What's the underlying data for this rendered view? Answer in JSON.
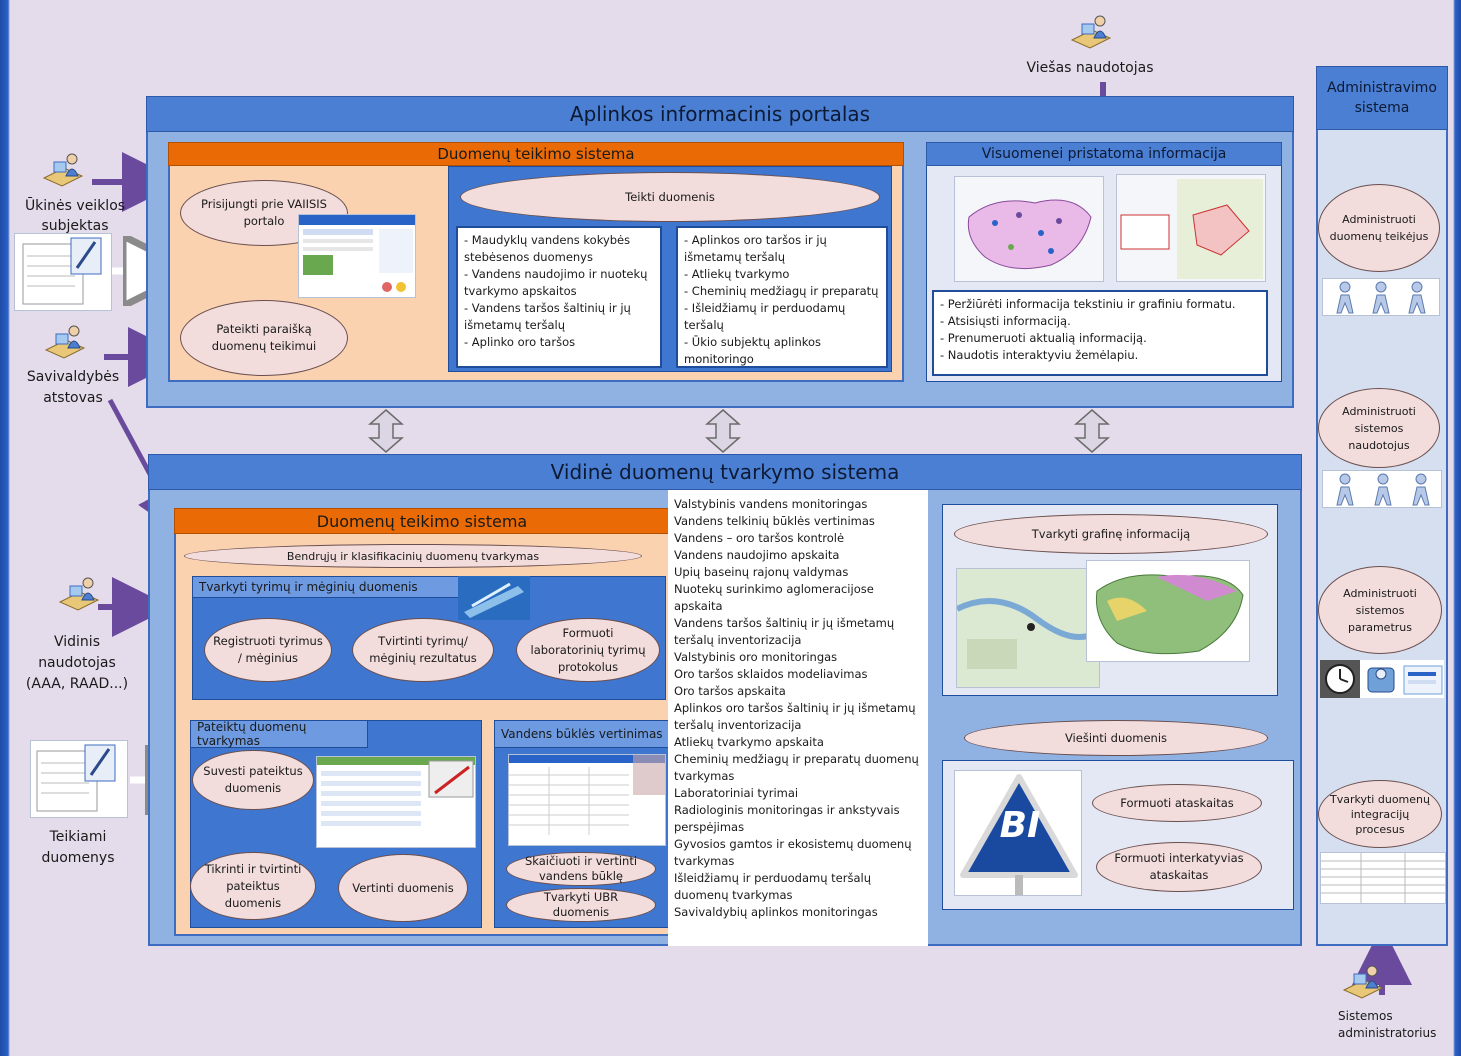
{
  "actors": {
    "public_user": "Viešas naudotojas",
    "business_entity": "Ūkinės veiklos subjektas",
    "municipality": "Savivaldybės atstovas",
    "internal_user": "Vidinis naudotojas (AAA, RAAD...)",
    "provided_data": "Teikiami duomenys",
    "sys_admin": "Sistemos administratorius"
  },
  "portal": {
    "title": "Aplinkos informacinis portalas",
    "submission": {
      "title": "Duomenų teikimo sistema",
      "login": "Prisijungti prie VAIISIS portalo",
      "apply": "Pateikti paraišką duomenų teikimui",
      "provide": "Teikti duomenis",
      "list_left": [
        "- Maudyklų vandens kokybės stebėsenos duomenys",
        "- Vandens naudojimo ir nuotekų tvarkymo apskaitos",
        "- Vandens taršos šaltinių ir jų išmetamų teršalų",
        "- Aplinko oro taršos"
      ],
      "list_right": [
        "- Aplinkos oro taršos ir jų išmetamų teršalų",
        "- Atliekų tvarkymo",
        "- Cheminių medžiagų ir preparatų",
        "- Išleidžiamų ir perduodamų teršalų",
        "- Ūkio subjektų aplinkos monitoringo"
      ]
    },
    "public_info": {
      "title": "Visuomenei pristatoma informacija",
      "list": [
        "- Peržiūrėti informacija tekstiniu ir grafiniu formatu.",
        "- Atsisiųsti informaciją.",
        "- Prenumeruoti aktualią informaciją.",
        "- Naudotis interaktyviu žemėlapiu."
      ]
    }
  },
  "internal": {
    "title": "Vidinė duomenų tvarkymo sistema",
    "submission": {
      "title": "Duomenų teikimo sistema",
      "classifiers": "Bendrųjų ir klasifikacinių duomenų tvarkymas",
      "research_title": "Tvarkyti tyrimų ir mėginių duomenis",
      "register": "Registruoti tyrimus / mėginius",
      "approve": "Tvirtinti tyrimų/ mėginių rezultatus",
      "protocols": "Formuoti laboratorinių tyrimų protokolus",
      "submitted_title": "Pateiktų duomenų tvarkymas",
      "input_data": "Suvesti pateiktus duomenis",
      "check_data": "Tikrinti ir tvirtinti pateiktus duomenis",
      "evaluate": "Vertinti duomenis",
      "water_title": "Vandens būklės vertinimas",
      "calc_water": "Skaičiuoti ir vertinti vandens būklę",
      "ubr": "Tvarkyti UBR duomenis"
    },
    "modules": [
      "Valstybinis vandens monitoringas",
      "Vandens telkinių būklės vertinimas",
      "Vandens – oro taršos kontrolė",
      "Vandens naudojimo apskaita",
      "Upių baseinų rajonų valdymas",
      "Nuotekų surinkimo aglomeracijose apskaita",
      "Vandens taršos šaltinių ir jų išmetamų teršalų inventorizacija",
      "Valstybinis oro monitoringas",
      "Oro taršos sklaidos modeliavimas",
      "Oro taršos apskaita",
      "Aplinkos oro taršos šaltinių ir jų išmetamų teršalų inventorizacija",
      "Atliekų tvarkymo apskaita",
      "Cheminių medžiagų ir preparatų duomenų tvarkymas",
      "Laboratoriniai tyrimai",
      "Radiologinis monitoringas ir ankstyvais perspėjimas",
      "Gyvosios gamtos ir ekosistemų duomenų tvarkymas",
      "Išleidžiamų ir perduodamų teršalų duomenų tvarkymas",
      "Savivaldybių aplinkos monitoringas"
    ],
    "graphics": "Tvarkyti grafinę informaciją",
    "publish": "Viešinti duomenis",
    "reports": "Formuoti ataskaitas",
    "interactive_reports": "Formuoti interkatyvias ataskaitas",
    "bi_label": "BI"
  },
  "admin": {
    "title": "Administravimo sistema",
    "providers": "Administruoti duomenų teikėjus",
    "users": "Administruoti sistemos naudotojus",
    "params": "Administruoti sistemos parametrus",
    "integration": "Tvarkyti duomenų integracijų procesus"
  },
  "colors": {
    "orange": "#ea6a06",
    "blue_panel": "#8fb2e3",
    "blue_title": "#4a7fd3",
    "arrow_purple": "#6a4a9c",
    "ellipse_fill": "#f2dcdc"
  }
}
